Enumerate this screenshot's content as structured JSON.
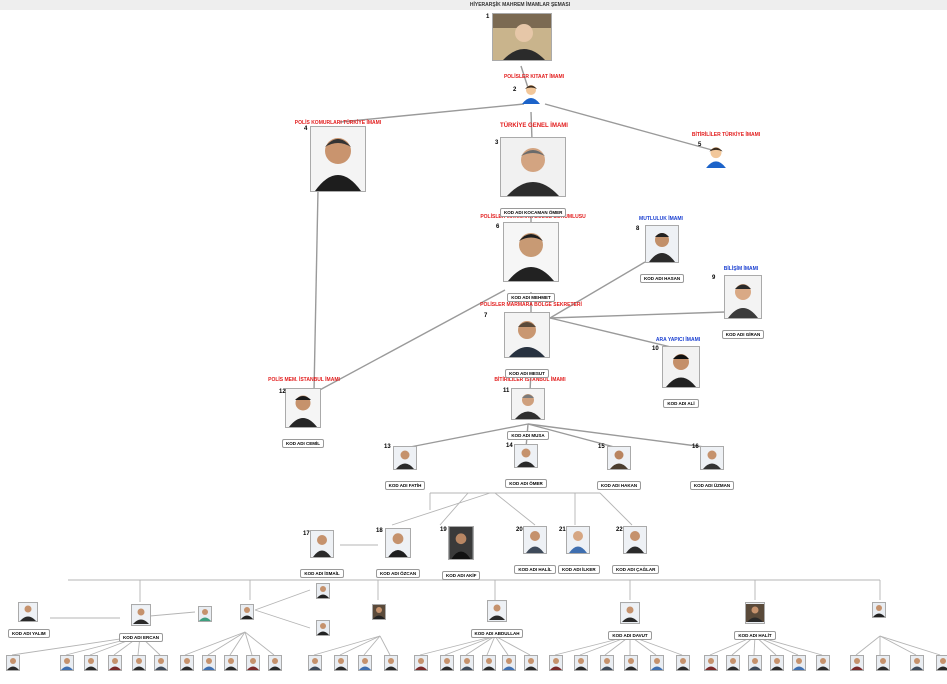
{
  "header_text": "HİYERARŞİK  MAHREM İMAMLAR ŞEMASI",
  "roles": {
    "r2": "POLİSLER KITAAT İMAMI",
    "r3": "TÜRKİYE GENEL İMAMI",
    "r4": "POLİS KOMURLARI TÜRKİYE İMAMI",
    "r5": "BİTİRİLİLER TÜRKİYE İMAMI",
    "r6": "POLİSLER MARMARA BÖLGE SORUMLUSU",
    "r7": "POLİSLER MARMARA BÖLGE SEKRETERİ",
    "r8": "MUTLULUK İMAMI",
    "r9": "BİLİŞİM İMAMI",
    "r10": "ARA YAPICI İMAMI",
    "r11": "BİTİRİLİLER İSTANBUL İMAMI",
    "r12": "POLİS MEM. İSTANBUL İMAMI"
  },
  "codes": {
    "n3": "KOD ADI KOCAMAN ÖMER",
    "n6": "KOD ADI MEHMET",
    "n7": "KOD ADI MESUT",
    "n8": "KOD ADI HASAN",
    "n9": "KOD ADI GİRAN",
    "n10": "KOD ADI ALİ",
    "n11": "KOD ADI MUSA",
    "n12": "KOD ADI CEMİL",
    "n13": "KOD ADI FATİH",
    "n14": "KOD ADI ÖMER",
    "n15": "KOD ADI HAKAN",
    "n16": "KOD ADI ÜZMAN",
    "n17": "KOD ADI İSMAİL",
    "n18": "KOD ADI ÖZCAN",
    "n19": "KOD ADI AKİF",
    "n20": "KOD ADI HALİL",
    "n21": "KOD ADI İLKER",
    "n22": "KOD ADI ÇAĞLAR",
    "n23": "KOD ADI YALIM",
    "n24": "KOD ADI ERCAN",
    "n25": "KOD ADI ABDULLAH",
    "n26": "KOD ADI DAVUT",
    "n27": "KOD ADI HALİT"
  },
  "numbers": [
    "1",
    "2",
    "3",
    "4",
    "5",
    "6",
    "7",
    "8",
    "9",
    "10",
    "11",
    "12",
    "13",
    "14",
    "15",
    "16",
    "17",
    "18",
    "19",
    "20",
    "21",
    "22"
  ]
}
